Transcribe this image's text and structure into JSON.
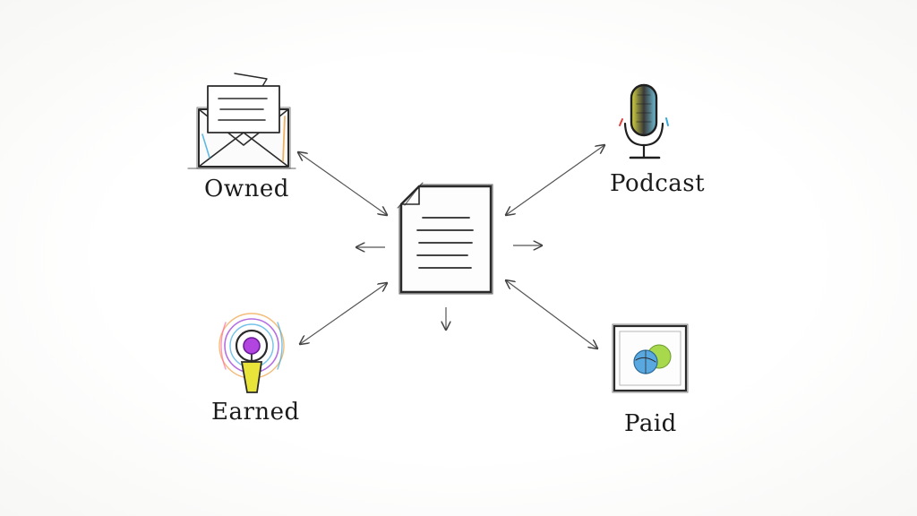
{
  "nodes": {
    "owned": {
      "label": "Owned",
      "icon": "envelope-icon"
    },
    "podcast": {
      "label": "Podcast",
      "icon": "microphone-icon"
    },
    "earned": {
      "label": "Earned",
      "icon": "megaphone-icon"
    },
    "paid": {
      "label": "Paid",
      "icon": "framed-globe-icon"
    },
    "center": {
      "label": "",
      "icon": "document-icon"
    }
  },
  "colors": {
    "ink": "#2a2a2a",
    "accent_purple": "#9b3fd6",
    "accent_yellow": "#e8e43a",
    "accent_blue": "#39a8e0",
    "accent_green": "#8fd14f",
    "accent_orange": "#f0a040"
  }
}
